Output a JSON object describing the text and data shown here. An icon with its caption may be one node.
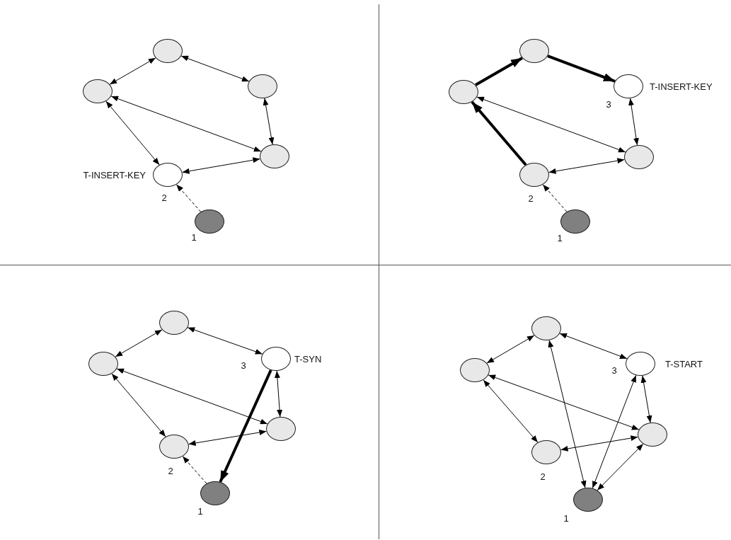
{
  "diagram": {
    "nodes": [
      {
        "text": [],
        "shape": "circle"
      },
      {
        "text": [],
        "shape": "circle"
      },
      {
        "text": [],
        "shape": "circle"
      },
      {
        "text": [],
        "shape": "circle"
      },
      {
        "text": [],
        "shape": "circle",
        "beside": [
          "T-INSERT-KEY",
          "2"
        ]
      },
      {
        "text": [],
        "shape": "circle",
        "beside": [
          "1"
        ]
      },
      {
        "text": [],
        "shape": "circle"
      },
      {
        "text": [],
        "shape": "circle"
      },
      {
        "text": [],
        "shape": "circle",
        "beside": [
          "T-INSERT-KEY",
          "3"
        ]
      },
      {
        "text": [],
        "shape": "circle"
      },
      {
        "text": [],
        "shape": "circle",
        "beside": [
          "2"
        ]
      },
      {
        "text": [],
        "shape": "circle",
        "beside": [
          "1"
        ]
      },
      {
        "text": [],
        "shape": "circle"
      },
      {
        "text": [],
        "shape": "circle"
      },
      {
        "text": [],
        "shape": "circle",
        "beside": [
          "T-SYN",
          "3"
        ]
      },
      {
        "text": [],
        "shape": "circle"
      },
      {
        "text": [],
        "shape": "circle",
        "beside": [
          "2"
        ]
      },
      {
        "text": [],
        "shape": "circle",
        "beside": [
          "1"
        ]
      },
      {
        "text": [],
        "shape": "circle"
      },
      {
        "text": [],
        "shape": "circle"
      },
      {
        "text": [],
        "shape": "circle",
        "beside": [
          "T-START",
          "3"
        ]
      },
      {
        "text": [],
        "shape": "circle"
      },
      {
        "text": [],
        "shape": "circle",
        "beside": [
          "2"
        ]
      },
      {
        "text": [],
        "shape": "circle",
        "beside": [
          "1"
        ]
      }
    ],
    "edges": [
      {
        "from": 0,
        "to": 1,
        "arrow": "both"
      },
      {
        "from": 0,
        "to": 2,
        "arrow": "both"
      },
      {
        "from": 1,
        "to": 3,
        "arrow": "both"
      },
      {
        "from": 2,
        "to": 3,
        "arrow": "both"
      },
      {
        "from": 1,
        "to": 4,
        "arrow": "both"
      },
      {
        "from": 4,
        "to": 3,
        "arrow": "both"
      },
      {
        "from": 5,
        "to": 4,
        "arrow": "to",
        "style": "dashed"
      },
      {
        "from": 7,
        "to": 6,
        "arrow": "to",
        "style": "thick"
      },
      {
        "from": 6,
        "to": 8,
        "arrow": "to",
        "style": "thick"
      },
      {
        "from": 10,
        "to": 7,
        "arrow": "to",
        "style": "thick"
      },
      {
        "from": 7,
        "to": 9,
        "arrow": "both"
      },
      {
        "from": 8,
        "to": 9,
        "arrow": "both"
      },
      {
        "from": 10,
        "to": 9,
        "arrow": "both"
      },
      {
        "from": 11,
        "to": 10,
        "arrow": "to",
        "style": "dashed"
      },
      {
        "from": 12,
        "to": 13,
        "arrow": "both"
      },
      {
        "from": 12,
        "to": 14,
        "arrow": "both"
      },
      {
        "from": 13,
        "to": 15,
        "arrow": "both"
      },
      {
        "from": 14,
        "to": 15,
        "arrow": "both"
      },
      {
        "from": 13,
        "to": 16,
        "arrow": "both"
      },
      {
        "from": 16,
        "to": 15,
        "arrow": "both"
      },
      {
        "from": 17,
        "to": 16,
        "arrow": "to",
        "style": "dashed"
      },
      {
        "from": 14,
        "to": 17,
        "arrow": "to",
        "style": "thick"
      },
      {
        "from": 18,
        "to": 19,
        "arrow": "both"
      },
      {
        "from": 18,
        "to": 20,
        "arrow": "both"
      },
      {
        "from": 19,
        "to": 21,
        "arrow": "both"
      },
      {
        "from": 20,
        "to": 21,
        "arrow": "both"
      },
      {
        "from": 19,
        "to": 22,
        "arrow": "both"
      },
      {
        "from": 22,
        "to": 21,
        "arrow": "both"
      },
      {
        "from": 18,
        "to": 23,
        "arrow": "both"
      },
      {
        "from": 20,
        "to": 23,
        "arrow": "both"
      },
      {
        "from": 21,
        "to": 23,
        "arrow": "both"
      }
    ]
  }
}
